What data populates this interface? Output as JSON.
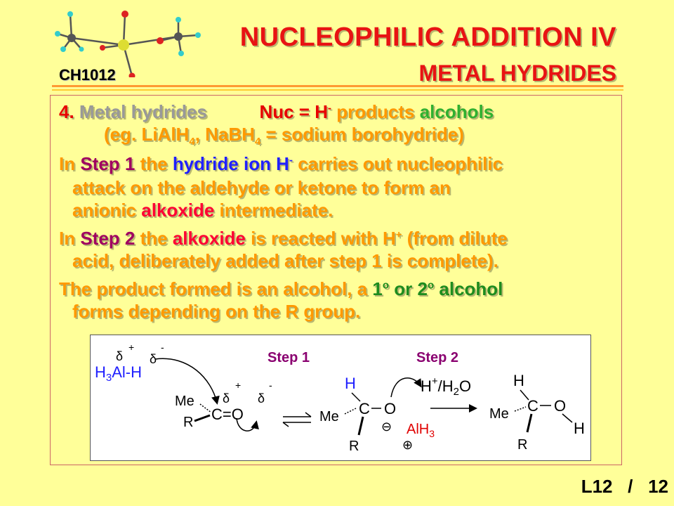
{
  "header": {
    "course": "CH1012",
    "title_line1": "NUCLEOPHILIC ADDITION IV",
    "title_line2": "METAL HYDRIDES"
  },
  "content": {
    "line1": {
      "num": "4.",
      "label": "Metal hydrides",
      "nuc": "Nuc = H",
      "nuc_sup": "-",
      "products": "products",
      "alcohols": "alcohols"
    },
    "line2": {
      "open": "(eg. LiAlH",
      "sub1": "4",
      "comma": ", NaBH",
      "sub2": "4",
      "rest": " = sodium borohydride)"
    },
    "p1": {
      "in": "In",
      "step": "Step 1",
      "the": "the",
      "hydride": "hydride ion H",
      "hyd_sup": "-",
      "rest1": "carries out nucleophilic",
      "line2": "attack on the aldehyde or ketone to form an",
      "line3a": "anionic",
      "alkoxide": "alkoxide",
      "line3b": "intermediate."
    },
    "p2": {
      "in": "In",
      "step": "Step 2",
      "the": "the",
      "alkoxide": "alkoxide",
      "rest1": "is reacted with H",
      "h_sup": "+",
      "rest1b": "(from dilute",
      "line2": "acid, deliberately added after step 1 is complete)."
    },
    "p3": {
      "start": "The product formed is an alcohol, a",
      "n1": "1",
      "o1": "o",
      "or": "or",
      "n2": "2",
      "o2": "o",
      "alcohol": "alcohol",
      "line2": "forms depending on the R group."
    }
  },
  "scheme": {
    "step1": "Step 1",
    "step2": "Step 2",
    "delta": "δ",
    "plus": "+",
    "minus": "-",
    "reagent": {
      "h": "H",
      "three": "3",
      "alh": "Al-H"
    },
    "me": "Me",
    "r": "R",
    "c": "C",
    "eq": "=",
    "o": "O",
    "h": "H",
    "ominus": "⊖",
    "oplus": "⊕",
    "aci": {
      "h": "H",
      "plus": "+",
      "slash": "/H",
      "two": "2",
      "o": "O"
    },
    "alh3": {
      "al": "AlH",
      "three": "3"
    }
  },
  "footer": {
    "lecture": "L12",
    "sep": "/",
    "page": "12"
  }
}
